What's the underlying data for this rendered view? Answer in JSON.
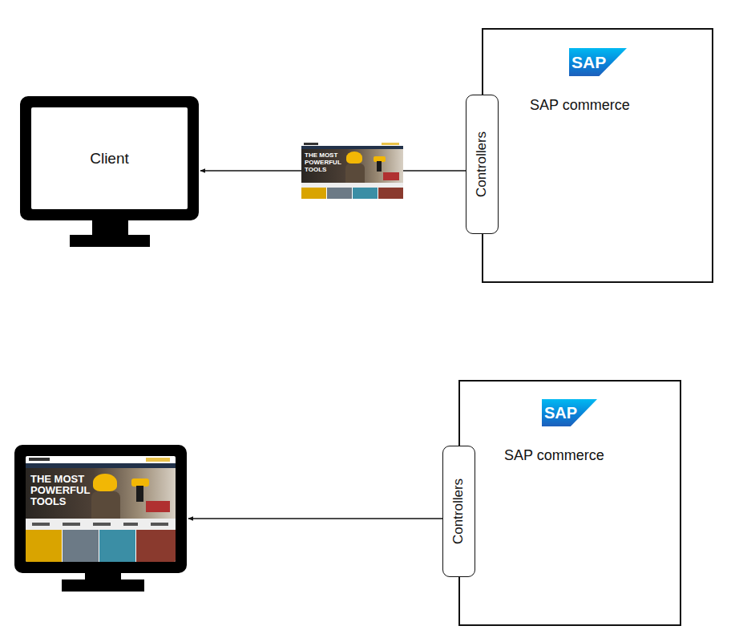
{
  "diagram": {
    "nodes": [
      {
        "text": [
          "Client"
        ]
      },
      {
        "text": [
          "SAP commerce"
        ]
      },
      {
        "text": [
          "Controllers"
        ],
        "in": 1
      },
      {
        "text": [
          "THE MOST POWERFUL TOOLS"
        ]
      },
      {
        "text": [
          "SAP commerce"
        ]
      },
      {
        "text": [
          "Controllers"
        ],
        "in": 4
      }
    ],
    "edges": [
      {
        "from": 2,
        "to": 0,
        "arrow": "to",
        "label": "THE MOST POWERFUL TOOLS"
      },
      {
        "from": 5,
        "to": 3,
        "arrow": "to"
      }
    ],
    "labels": [
      "SAP",
      "SAP"
    ]
  }
}
